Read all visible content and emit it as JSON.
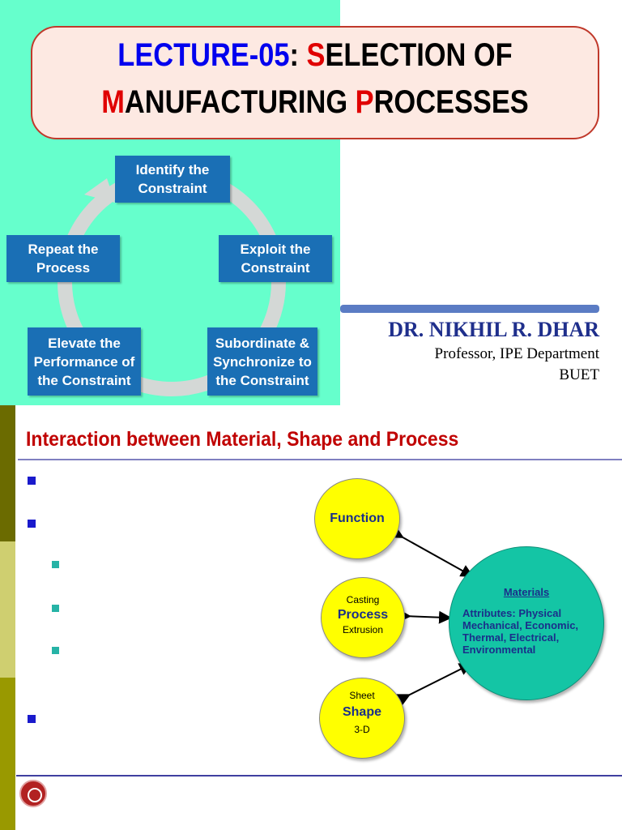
{
  "title": {
    "line1": {
      "part_a": "LECTURE-05",
      "part_b": ": ",
      "part_c": "S",
      "part_d": "ELECTION OF"
    },
    "line2": {
      "part_a": "M",
      "part_b": "ANUFACTURING ",
      "part_c": "P",
      "part_d": "ROCESSES"
    }
  },
  "cycle": {
    "identify": "Identify the Constraint",
    "exploit": "Exploit the Constraint",
    "subordinate": "Subordinate & Synchronize to the Constraint",
    "elevate": "Elevate the Performance of the Constraint",
    "repeat": "Repeat the Process"
  },
  "author": {
    "name": "DR. NIKHIL R. DHAR",
    "position": "Professor, IPE Department",
    "institution": "BUET"
  },
  "slide2": {
    "title": "Interaction between Material, Shape and Process",
    "diagram": {
      "function": "Function",
      "process_top": "Casting",
      "process": "Process",
      "process_bottom": "Extrusion",
      "shape_top": "Sheet",
      "shape": "Shape",
      "shape_bottom": "3-D",
      "materials": "Materials",
      "materials_attributes": "Attributes: Physical Mechanical, Economic, Thermal, Electrical, Environmental"
    }
  },
  "colors": {
    "mint": "#66ffcc",
    "title_blue": "#0000ee",
    "title_red": "#e00000",
    "cycle_box": "#1a6fb5",
    "circle_yellow": "#ffff00",
    "materials_teal": "#14c5a5",
    "heading_red": "#c00000"
  }
}
